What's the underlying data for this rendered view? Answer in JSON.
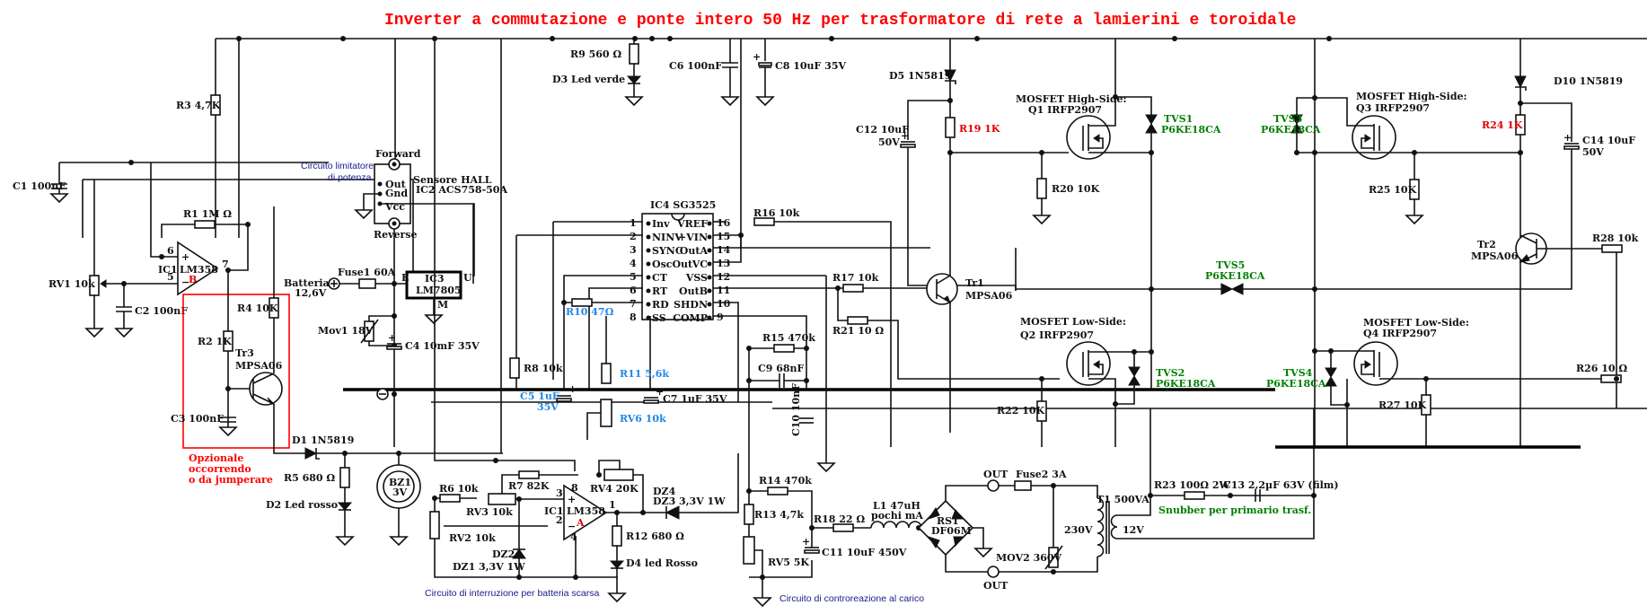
{
  "title": "Inverter a commutazione e ponte intero 50 Hz per trasformatore di rete a lamierini e toroidale",
  "colors": {
    "title": "#ff0000",
    "wire": "#111111",
    "highlight_red": "#e00000",
    "tvs_green": "#008000",
    "blue_values": "#1e88e5",
    "note_navy": "#1a1a8c",
    "optional_box": "#ff0000"
  },
  "notes": {
    "power_limiter": [
      "Circuito limitatore",
      "di potenza"
    ],
    "low_battery": "Circuito di interruzione per batteria scarsa",
    "load_feedback": "Circuito di controreazione al carico",
    "optional": [
      "Opzionale",
      "occorrendo",
      "o da jumperare"
    ],
    "snubber": "Snubber per primario trasf."
  },
  "components": {
    "R3": "R3 4,7K",
    "C1": "C1 100nF",
    "R1": "R1 1M Ω",
    "IC1B": {
      "ref": "IC1",
      "part": "LM358",
      "unit": "B",
      "pin_plus": "6",
      "pin_minus": "5",
      "pin_out": "7"
    },
    "RV1": "RV1 10k",
    "C2": "C2 100nF",
    "R4": "R4 10K",
    "R2": "R2 1K",
    "Tr3": [
      "Tr3",
      "MPSA06"
    ],
    "C3": "C3 100nF",
    "D1": "D1 1N5819",
    "R5": "R5 680 Ω",
    "D2": "D2 Led rosso",
    "BZ1": [
      "BZ1",
      "3V"
    ],
    "hall": {
      "forward": "Forward",
      "reverse": "Reverse",
      "title": "Sensore HALL",
      "part": "IC2 ACS758-50A",
      "pins": [
        "Out",
        "Gnd",
        "Vcc"
      ]
    },
    "battery": [
      "Batteria",
      "12,6V"
    ],
    "Fuse1": "Fuse1 60A",
    "IC3": {
      "ref": "IC3",
      "part": "LM7805",
      "pin_in": "E",
      "pin_out": "U",
      "pin_gnd": "M"
    },
    "Mov1": "Mov1 18V",
    "C4": "C4 10mF 35V",
    "R9": "R9 560 Ω",
    "D3": "D3 Led verde",
    "C6": "C6 100nF",
    "C8": "C8 10uF 35V",
    "IC4": {
      "title": "IC4 SG3525",
      "left_pins": [
        {
          "num": "1",
          "name": "Inv"
        },
        {
          "num": "2",
          "name": "NINV"
        },
        {
          "num": "3",
          "name": "SYNC"
        },
        {
          "num": "4",
          "name": "OscOut"
        },
        {
          "num": "5",
          "name": "CT"
        },
        {
          "num": "6",
          "name": "RT"
        },
        {
          "num": "7",
          "name": "RD"
        },
        {
          "num": "8",
          "name": "SS"
        }
      ],
      "right_pins": [
        {
          "num": "16",
          "name": "VREF"
        },
        {
          "num": "15",
          "name": "+VIN"
        },
        {
          "num": "14",
          "name": "OutA"
        },
        {
          "num": "13",
          "name": "VC"
        },
        {
          "num": "12",
          "name": "VSS"
        },
        {
          "num": "11",
          "name": "OutB"
        },
        {
          "num": "10",
          "name": "SHDN"
        },
        {
          "num": "9",
          "name": "COMP"
        }
      ]
    },
    "R16": "R16 10k",
    "R10": "R10 47Ω",
    "R8": "R8 10k",
    "C5": [
      "C5 1uF",
      "35V"
    ],
    "R11": "R11 5,6k",
    "RV6": "RV6 10k",
    "C7": "C7 1uF 35V",
    "R15": "R15 470k",
    "C9": "C9 68nF",
    "C10": "C10 10nF",
    "R6": "R6 10k",
    "R7": "R7 82K",
    "RV3": "RV3 10k",
    "RV2": "RV2 10k",
    "IC1A": {
      "ref": "IC1",
      "part": "LM358",
      "unit": "A",
      "pin_plus": "3",
      "pin_minus": "2",
      "pin_vcc": "8",
      "pin_gnd": "4",
      "pin_out": "1"
    },
    "RV4": "RV4 20K",
    "DZ2": "DZ2",
    "DZ1": "DZ1 3,3V 1W",
    "DZ4": "DZ4",
    "DZ3": "DZ3 3,3V 1W",
    "R12": "R12 680 Ω",
    "D4": "D4 led Rosso",
    "R14": "R14 470k",
    "R13": "R13 4,7k",
    "RV5": "RV5 5K",
    "R18": "R18 22 Ω",
    "C11": "C11 10uF 450V",
    "L1": [
      "L1 47uH",
      "pochi mA"
    ],
    "RS1": [
      "RS1",
      "DF06M"
    ],
    "OUT": "OUT",
    "Fuse2": "Fuse2 3A",
    "MOV2": "MOV2 360V",
    "T1": {
      "ref": "T1 500VA",
      "primary": "230V",
      "secondary": "12V"
    },
    "R23": "R23 100Ω 2W",
    "C13": "C13 2,2µF 63V (film)",
    "D5": "D5 1N5819",
    "C12": [
      "C12 10uF",
      "50V"
    ],
    "R19": "R19 1K",
    "Q1": [
      "MOSFET High-Side:",
      "Q1 IRFP2907"
    ],
    "TVS1": [
      "TVS1",
      "P6KE18CA"
    ],
    "R20": "R20 10K",
    "R17": "R17 10k",
    "R21": "R21 10 Ω",
    "Tr1": [
      "Tr1",
      "MPSA06"
    ],
    "Q2": [
      "MOSFET Low-Side:",
      "Q2 IRFP2907"
    ],
    "TVS2": [
      "TVS2",
      "P6KE18CA"
    ],
    "R22": "R22 10K",
    "TVS5": [
      "TVS5",
      "P6KE18CA"
    ],
    "Q3": [
      "MOSFET High-Side:",
      "Q3 IRFP2907"
    ],
    "TVS3": [
      "TVS3",
      "P6KE18CA"
    ],
    "R25": "R25 10K",
    "D10": "D10 1N5819",
    "R24": "R24 1K",
    "C14": [
      "C14 10uF",
      "50V"
    ],
    "Tr2": [
      "Tr2",
      "MPSA06"
    ],
    "R28": "R28 10k",
    "Q4": [
      "MOSFET Low-Side:",
      "Q4 IRFP2907"
    ],
    "TVS4": [
      "TVS4",
      "P6KE18CA"
    ],
    "R26": "R26 10 Ω",
    "R27": "R27 10K"
  }
}
